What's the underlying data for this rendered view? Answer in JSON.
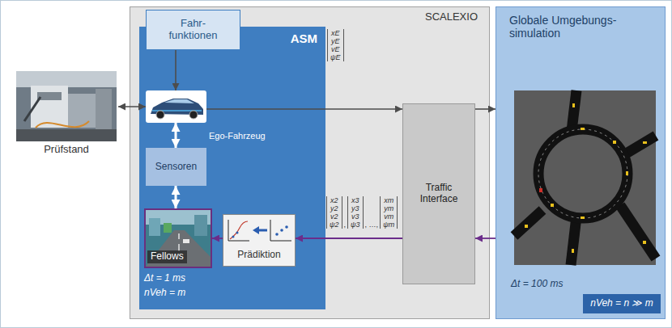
{
  "diagram": {
    "nodes": [
      {
        "text": [
          "Prüfstand"
        ]
      },
      {
        "text": [
          "SCALEXIO"
        ]
      },
      {
        "text": [
          "ASM",
          "Δt = 1 ms",
          "nVeh = m"
        ],
        "in": 1
      },
      {
        "text": [
          "Fahr- funktionen"
        ],
        "in": 2
      },
      {
        "text": [
          "Ego-Fahrzeug"
        ],
        "in": 2
      },
      {
        "text": [
          "Sensoren"
        ],
        "in": 2
      },
      {
        "text": [
          "Fellows"
        ],
        "in": 2
      },
      {
        "text": [
          "Prädiktion"
        ],
        "in": 2
      },
      {
        "text": [
          "Traffic Interface"
        ],
        "in": 1
      },
      {
        "text": [
          "Globale Umgebungs- simulation",
          "Δt = 100 ms"
        ]
      },
      {
        "text": [
          "nVeh = n ≫ m"
        ],
        "in": 9
      }
    ],
    "edges": [
      {
        "from": 0,
        "to": 4,
        "arrow": "both"
      },
      {
        "from": 3,
        "to": 4,
        "arrow": "to"
      },
      {
        "from": 4,
        "to": 5,
        "arrow": "both"
      },
      {
        "from": 5,
        "to": 6,
        "arrow": "both"
      },
      {
        "from": 4,
        "to": 8,
        "arrow": "to"
      },
      {
        "from": 8,
        "to": 9,
        "arrow": "to"
      },
      {
        "from": 9,
        "to": 8,
        "arrow": "to"
      },
      {
        "from": 8,
        "to": 7,
        "arrow": "to"
      },
      {
        "from": 7,
        "to": 6,
        "arrow": "to"
      }
    ],
    "labels": [
      "xE yE vE ψE",
      "x2 y2 v2 ψ2",
      ",",
      "x3 y3 v3 ψ3",
      ", …,",
      "xm ym vm ψm"
    ]
  }
}
